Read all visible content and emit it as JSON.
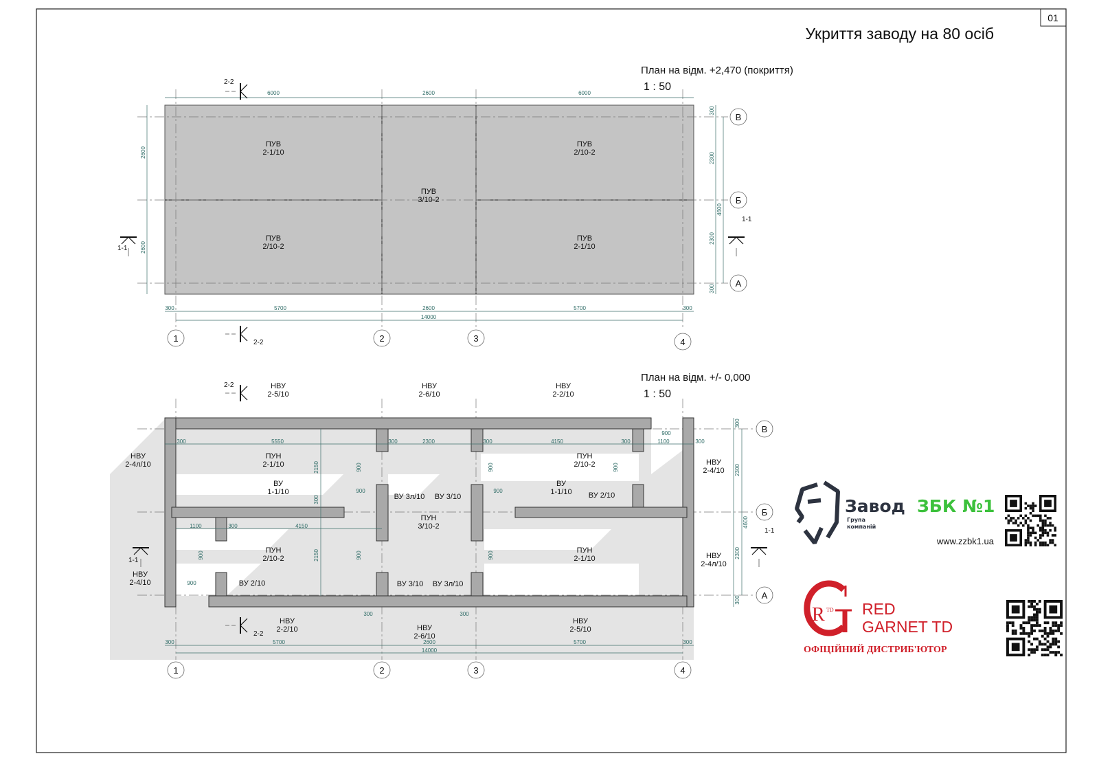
{
  "sheet": {
    "number": "01",
    "title": "Укриття заводу на 80 осіб"
  },
  "roof_plan": {
    "title": "План на відм. +2,470 (покриття)",
    "scale": "1 : 50",
    "panels": [
      "ПУВ\n2-1/10",
      "ПУВ\n2/10-2",
      "ПУВ\n3/10-2",
      "ПУВ\n2/10-2",
      "ПУВ\n2-1/10"
    ],
    "dims": [
      "6000",
      "2600",
      "6000",
      "2600",
      "2600",
      "300",
      "2300",
      "4600",
      "2300",
      "300",
      "300",
      "5700",
      "2600",
      "5700",
      "300",
      "14000"
    ],
    "axes": [
      "1",
      "2",
      "3",
      "4",
      "В",
      "Б",
      "А"
    ],
    "sections": [
      "2-2",
      "2-2",
      "1-1",
      "1-1"
    ]
  },
  "floor_plan": {
    "title": "План на відм. +/- 0,000",
    "scale": "1 : 50",
    "labels": [
      "НВУ\n2-5/10",
      "НВУ\n2-6/10",
      "НВУ\n2-2/10",
      "НВУ\n2-4л/10",
      "ПУН\n2-1/10",
      "ПУН\n2/10-2",
      "ВУ\n1-1/10",
      "ВУ 3л/10",
      "ВУ 3/10",
      "ВУ\n1-1/10",
      "ВУ 2/10",
      "ПУН\n3/10-2",
      "ПУН\n2/10-2",
      "ПУН\n2-1/10",
      "НВУ\n2-4/10",
      "НВУ\n2-4л/10",
      "НВУ\n2-4/10",
      "ВУ 2/10",
      "ВУ 3/10",
      "ВУ 3л/10",
      "НВУ\n2-2/10",
      "НВУ\n2-6/10",
      "НВУ\n2-5/10"
    ],
    "dims": [
      "300",
      "5550",
      "300",
      "2300",
      "300",
      "4150",
      "300",
      "900",
      "1100",
      "300",
      "900",
      "900",
      "900",
      "900",
      "900",
      "900",
      "2150",
      "2150",
      "300",
      "900",
      "900",
      "900",
      "1100",
      "300",
      "4150",
      "300",
      "300",
      "300",
      "5700",
      "2600",
      "5700",
      "300",
      "14000",
      "300",
      "2300",
      "4600",
      "2300",
      "300"
    ],
    "axes": [
      "1",
      "2",
      "3",
      "4",
      "В",
      "Б",
      "А"
    ],
    "sections": [
      "2-2",
      "2-2",
      "1-1",
      "1-1"
    ]
  },
  "logos": {
    "zbk": {
      "word1": "Завод",
      "word2": "ЗБК №1",
      "sub1": "Група",
      "sub2": "компаній",
      "url": "www.zzbk1.ua",
      "color_dark": "#2d3340",
      "color_green": "#3cc13c"
    },
    "redgarnet": {
      "line1": "RED",
      "line2": "GARNET TD",
      "tagline": "ОФІЦІЙНИЙ ДИСТРИБ'ЮТОР",
      "mono_big": "G",
      "mono_small": "R",
      "mono_tiny": "TD",
      "color": "#d0202a"
    }
  }
}
